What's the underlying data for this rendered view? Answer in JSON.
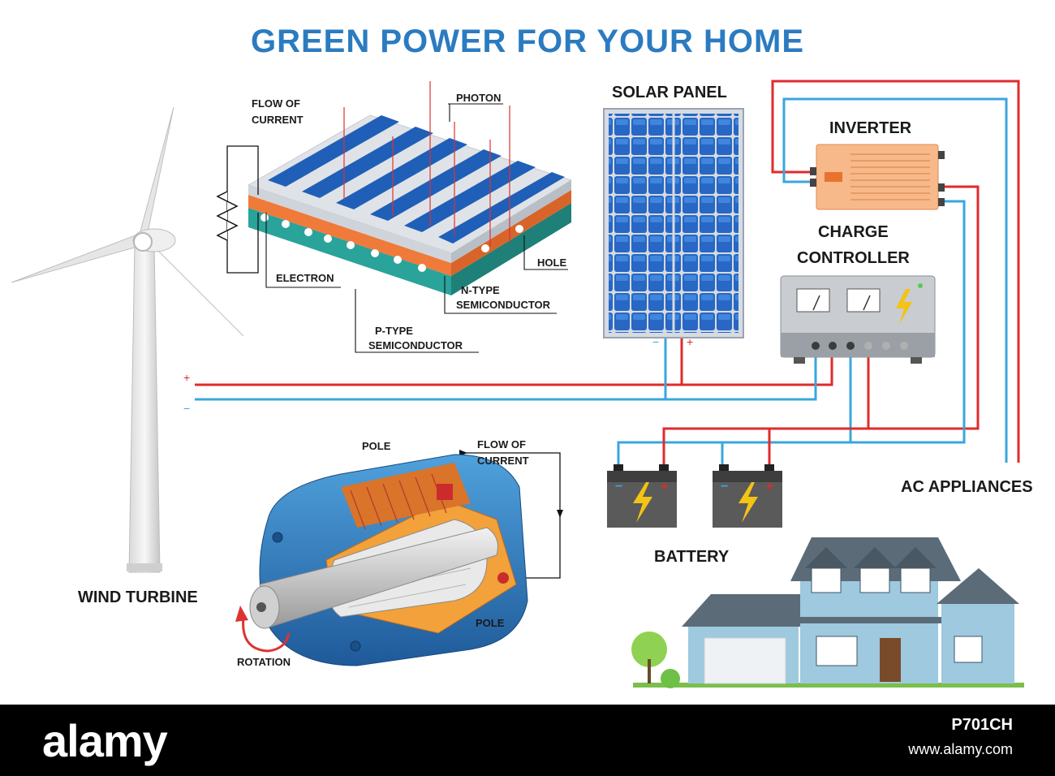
{
  "title": "GREEN POWER FOR YOUR HOME",
  "labels": {
    "flow_of": "FLOW OF",
    "current": "CURRENT",
    "photon": "PHOTON",
    "hole": "HOLE",
    "electron": "ELECTRON",
    "n_type": "N-TYPE",
    "p_type": "P-TYPE",
    "semiconductor": "SEMICONDUCTOR",
    "solar_panel": "SOLAR PANEL",
    "inverter": "INVERTER",
    "charge": "CHARGE",
    "controller": "CONTROLLER",
    "ac_appliances": "AC APPLIANCES",
    "battery": "BATTERY",
    "wind_turbine": "WIND TURBINE",
    "pole": "POLE",
    "rotation": "ROTATION",
    "plus": "+",
    "minus": "−"
  },
  "watermark": {
    "logo": "alamy",
    "image_id": "P701CH",
    "url": "www.alamy.com"
  },
  "colors": {
    "title": "#2b7bc0",
    "positive_wire": "#e02b2b",
    "negative_wire": "#3aa6dc",
    "panel_cell": "#1f5fb8",
    "inverter": "#f7b98a",
    "battery": "#5a5a5a",
    "bolt": "#f3c315"
  }
}
